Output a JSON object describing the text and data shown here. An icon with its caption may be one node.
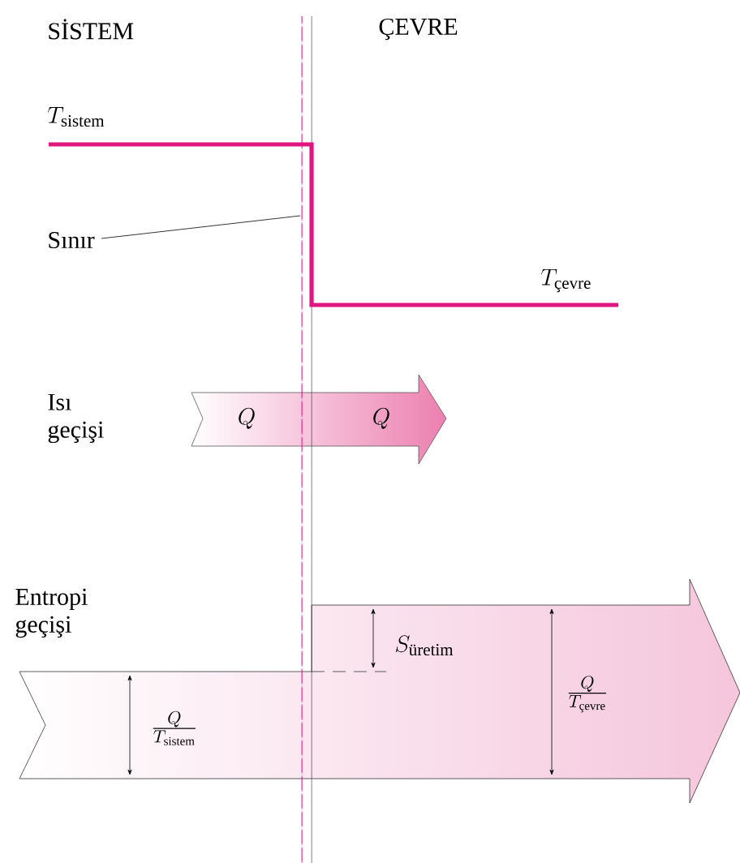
{
  "diagram": {
    "nodes": [
      {
        "text": [
          "Sınır"
        ]
      },
      {
        "text": [],
        "shape": "line"
      }
    ],
    "edges": [
      {
        "from": 0,
        "to": 1,
        "arrow": "none"
      }
    ],
    "labels": [
      "SİSTEM",
      "ÇEVRE",
      "T_{\\text{sistem}}",
      "T_{\\text{çevre}}",
      "Isı geçişi",
      "Q",
      "Q",
      "Entropi geçişi",
      "S_{\\text{üretim}}",
      "\\frac{Q}{T_{\\text{sistem}}}",
      "\\frac{Q}{T_{\\text{çevre}}}"
    ]
  }
}
